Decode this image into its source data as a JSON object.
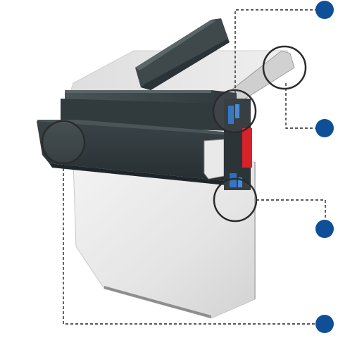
{
  "diagram": {
    "colors": {
      "profile_dark": "#2a3337",
      "profile_mid": "#3a4448",
      "profile_light": "#55605f",
      "glass_light": "#eeeeee",
      "glass_mid": "#dcdcdc",
      "glass_dark": "#c9c9c9",
      "seal_red": "#d8222a",
      "thermal_blue": "#2a6fc0",
      "callout_blue": "#0f4f97",
      "leader_line": "#222222",
      "magnifier_ring": "#2b2b2b"
    },
    "callouts": [
      {
        "id": "callout-1",
        "icon": "blue-dot-marker"
      },
      {
        "id": "callout-2",
        "icon": "blue-dot-marker"
      },
      {
        "id": "callout-3",
        "icon": "blue-dot-marker"
      },
      {
        "id": "callout-4",
        "icon": "blue-dot-marker"
      }
    ],
    "magnifiers": [
      {
        "id": "magnifier-top-right-corner",
        "icon": "magnifier-ring"
      },
      {
        "id": "magnifier-thermal-break-top",
        "icon": "magnifier-ring"
      },
      {
        "id": "magnifier-left-profile-end",
        "icon": "magnifier-ring"
      },
      {
        "id": "magnifier-thermal-break-bottom",
        "icon": "magnifier-ring"
      }
    ]
  }
}
